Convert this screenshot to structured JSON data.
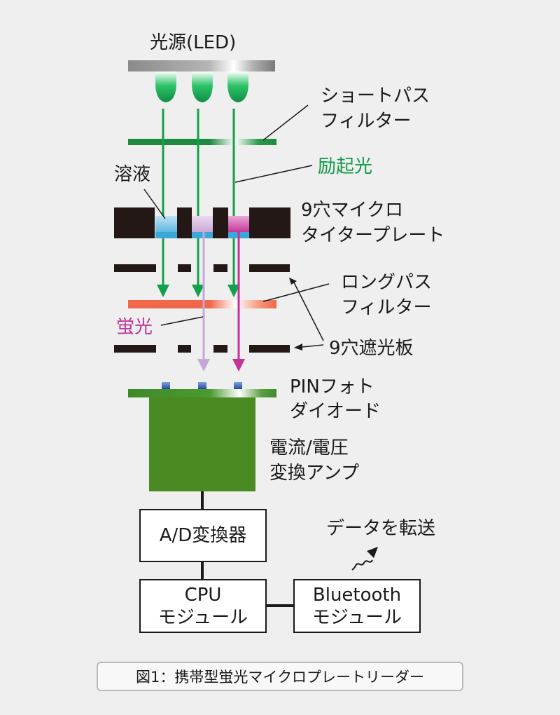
{
  "labels": {
    "light_source": "光源(LED)",
    "short_pass_filter": [
      "ショートパス",
      "フィルター"
    ],
    "excitation_light": "励起光",
    "solution": "溶液",
    "microtiter_plate": [
      "9穴マイクロ",
      "タイタープレート"
    ],
    "long_pass_filter": [
      "ロングパス",
      "フィルター"
    ],
    "fluorescence": "蛍光",
    "shield_plate": "9穴遮光板",
    "photodiode": [
      "PINフォト",
      "ダイオード"
    ],
    "amplifier": [
      "電流/電圧",
      "変換アンプ"
    ],
    "data_transfer": "データを転送"
  },
  "boxes": {
    "adc": "A/D変換器",
    "cpu": [
      "CPU",
      "モジュール"
    ],
    "bluetooth": [
      "Bluetooth",
      "モジュール"
    ]
  },
  "caption": "図1：携帯型蛍光マイクロプレートリーダー",
  "colors": {
    "excitation": "#12a04a",
    "fluorescence": "#c4329a",
    "fluorescence_light": "#c5a8d8",
    "filter_short": "#1e8a3e",
    "filter_long": "#f06a4a",
    "amplifier": "#4a8a22",
    "plate": "#231815"
  }
}
